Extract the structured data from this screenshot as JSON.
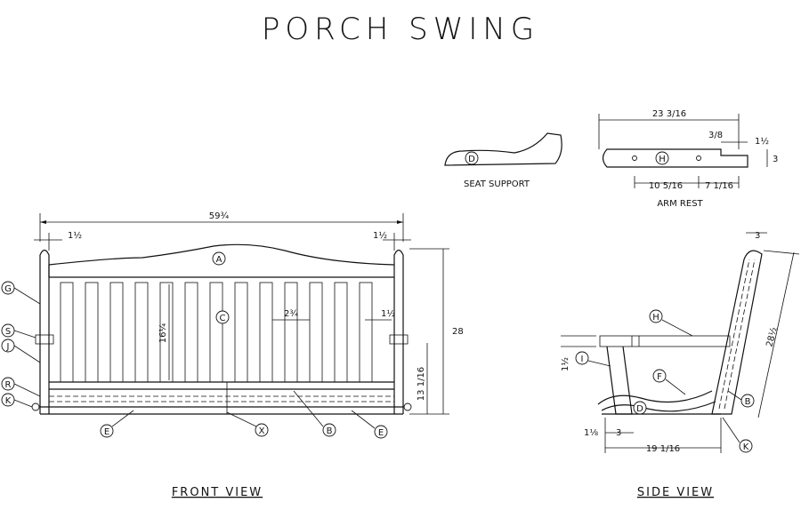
{
  "title": "PORCH SWING",
  "views": {
    "front": "FRONT VIEW",
    "side": "SIDE VIEW",
    "seat_support": "SEAT SUPPORT",
    "arm_rest": "ARM REST"
  },
  "part_labels": {
    "A": "A",
    "B": "B",
    "C": "C",
    "D": "D",
    "E": "E",
    "F": "F",
    "G": "G",
    "H": "H",
    "I": "I",
    "J": "J",
    "K": "K",
    "R": "R",
    "S": "S",
    "X": "X"
  },
  "dimensions": {
    "front_width": "59¾",
    "front_post_left": "1½",
    "front_post_right": "1½",
    "front_height": "28",
    "front_slat_height": "16¼",
    "front_slat_gap": "2¾",
    "front_slat_width": "1½",
    "front_seat_height": "13 1/16",
    "arm_length": "23 3/16",
    "arm_notch_width": "3/8",
    "arm_notch_depth": "1½",
    "arm_depth": "3",
    "arm_hole_spacing": "10 5/16",
    "arm_hole_end": "7 1/16",
    "side_back_top": "3",
    "side_back_length": "28½",
    "side_arm_thickness": "1½",
    "side_base_height": "1⅛",
    "side_base_offset": "3",
    "side_seat_depth": "19 1/16"
  }
}
